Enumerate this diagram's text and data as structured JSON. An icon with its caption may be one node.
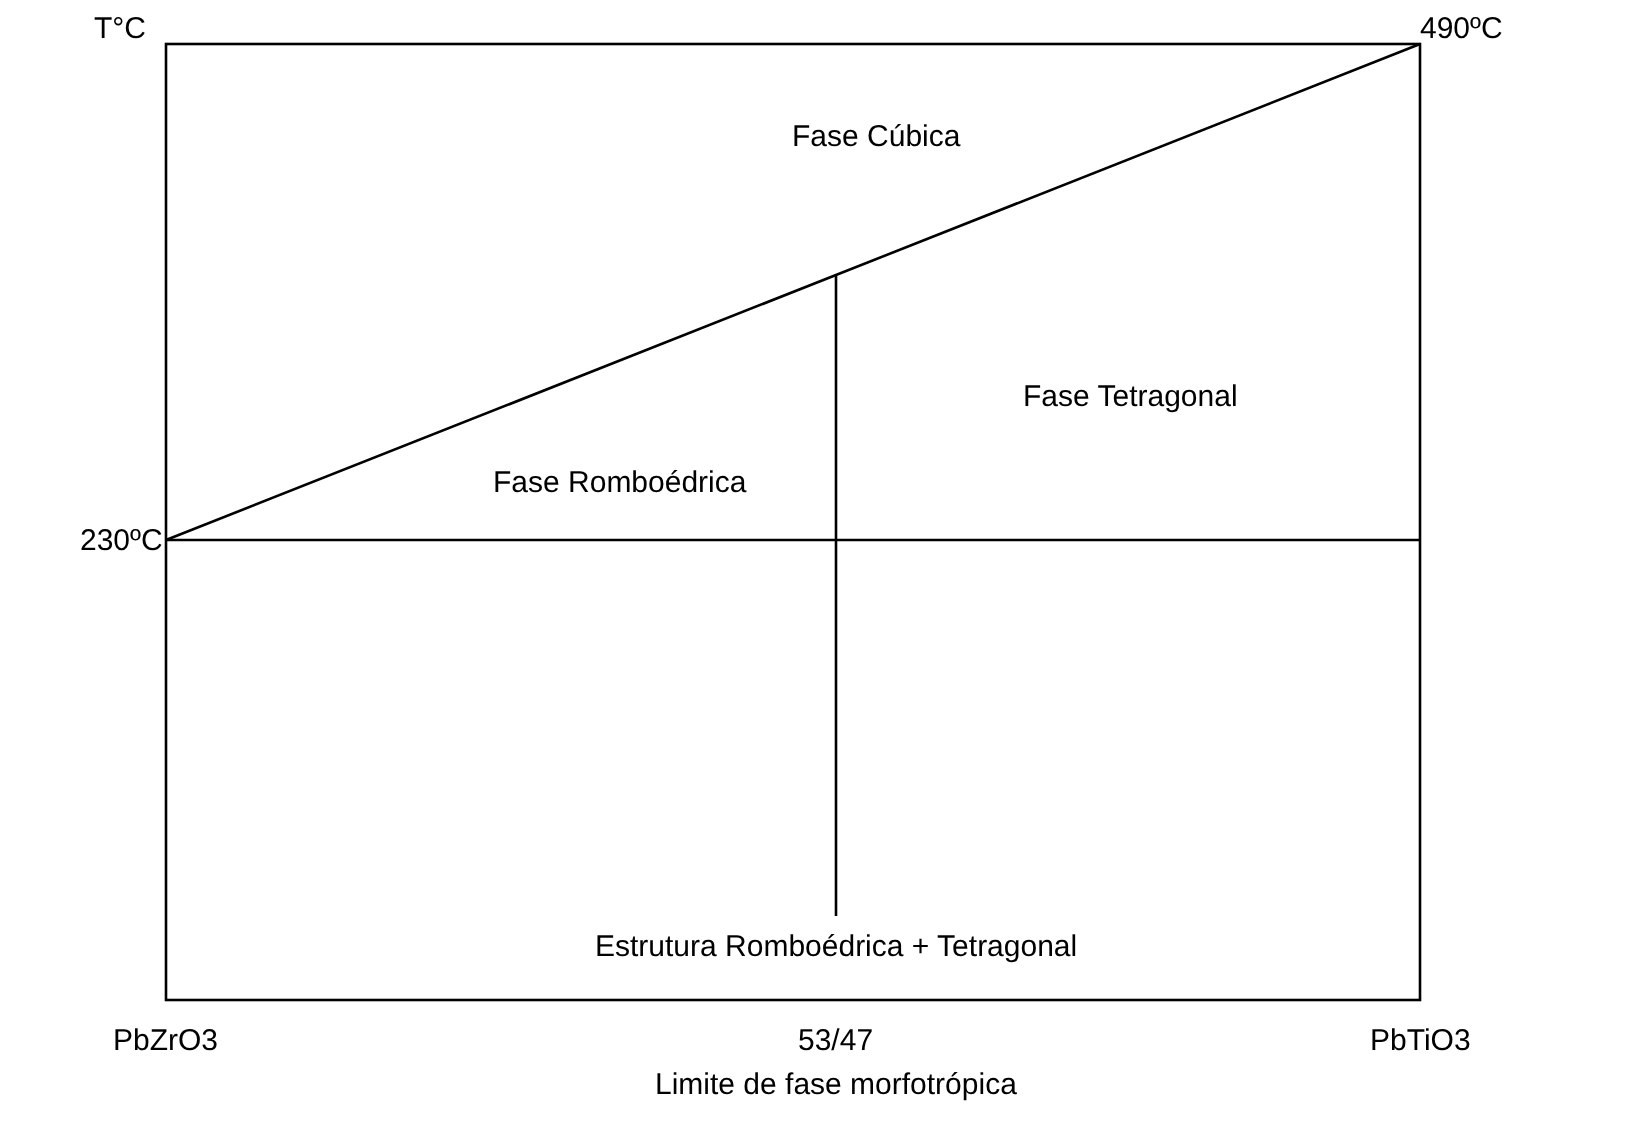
{
  "diagram": {
    "labels": [
      "T°C",
      "490ºC",
      "Fase Cúbica",
      "Fase Tetragonal",
      "Fase Romboédrica",
      "230ºC",
      "Estrutura Romboédrica + Tetragonal",
      "PbZrO3",
      "53/47",
      "PbTiO3",
      "Limite de fase morfotrópica"
    ]
  }
}
